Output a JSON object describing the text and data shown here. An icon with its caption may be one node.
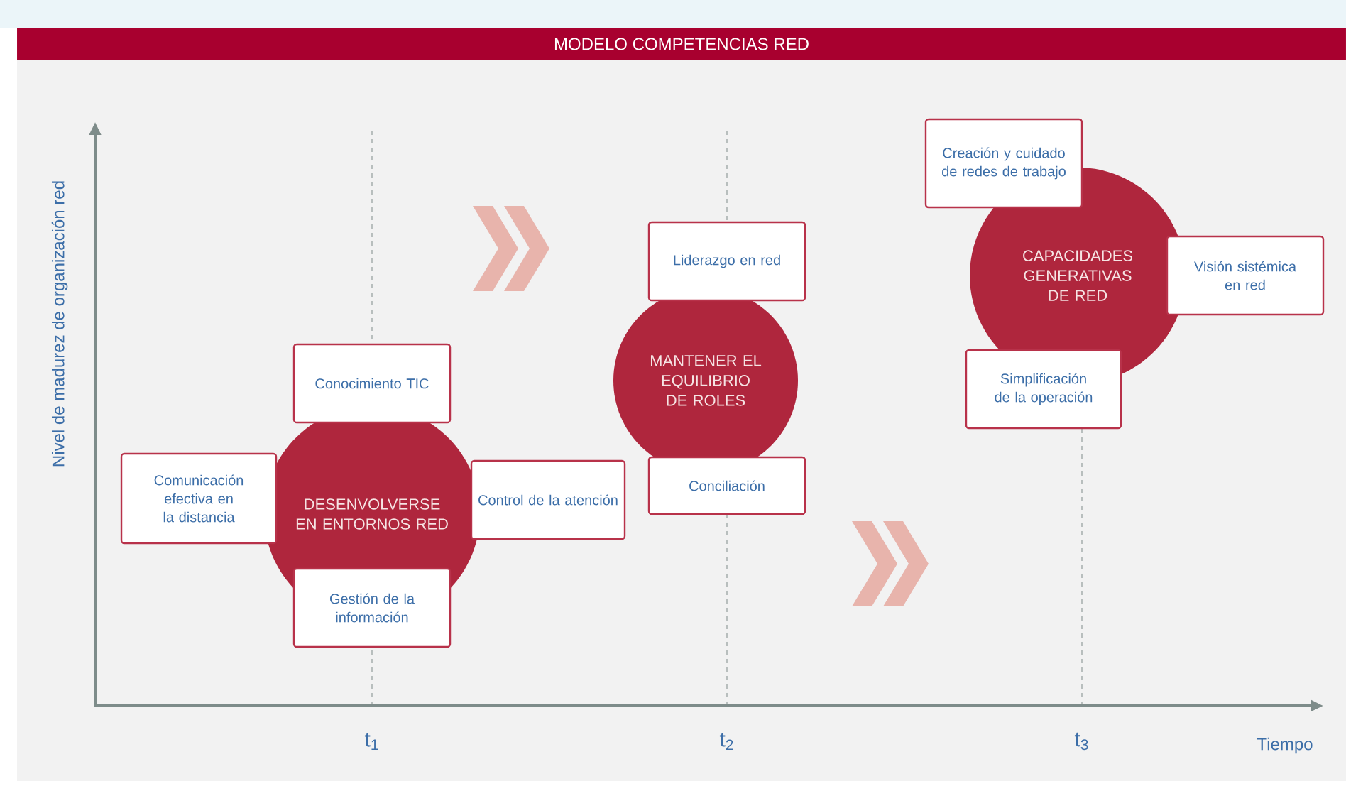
{
  "diagram": {
    "title": "MODELO COMPETENCIAS RED",
    "nodes": [
      {
        "text": [
          "DESENVOLVERSE EN ENTORNOS RED"
        ]
      },
      {
        "text": [
          "Conocimiento TIC"
        ]
      },
      {
        "text": [
          "Comunicación efectiva en la distancia"
        ]
      },
      {
        "text": [
          "Control de la atención"
        ]
      },
      {
        "text": [
          "Gestión de la información"
        ]
      },
      {
        "text": [
          "MANTENER EL EQUILIBRIO DE ROLES"
        ]
      },
      {
        "text": [
          "Liderazgo en red"
        ]
      },
      {
        "text": [
          "Conciliación"
        ]
      },
      {
        "text": [
          "CAPACIDADES GENERATIVAS DE RED"
        ]
      },
      {
        "text": [
          "Creación y cuidado de redes de trabajo"
        ]
      },
      {
        "text": [
          "Visión sistémica en red"
        ]
      },
      {
        "text": [
          "Simplificación de la operación"
        ]
      }
    ],
    "labels": [
      "Nivel de madurez de organización red",
      "t$_{1}$",
      "t$_{2}$",
      "t$_{3}$",
      "Tiempo"
    ]
  }
}
